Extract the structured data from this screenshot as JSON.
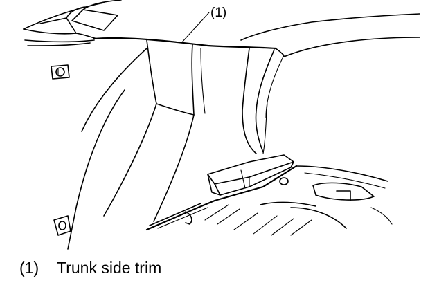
{
  "figure": {
    "callout_number": "(1)",
    "legend": [
      {
        "number": "(1)",
        "label": "Trunk side trim"
      }
    ]
  }
}
